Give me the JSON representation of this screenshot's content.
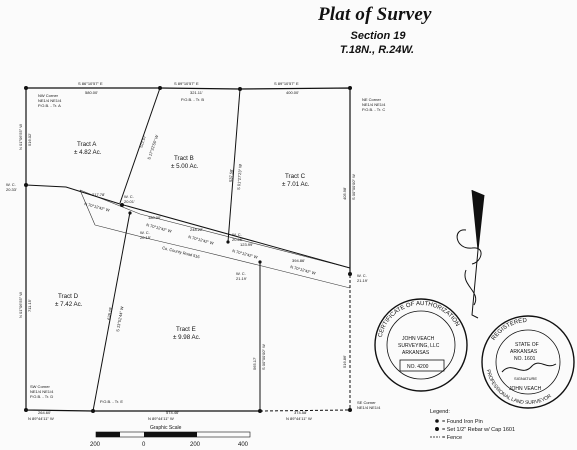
{
  "header": {
    "title": "Plat of Survey",
    "section": "Section 19",
    "township": "T.18N., R.24W."
  },
  "tracts": [
    {
      "name": "Tract A",
      "area": "± 4.82 Ac."
    },
    {
      "name": "Tract B",
      "area": "± 5.00 Ac."
    },
    {
      "name": "Tract C",
      "area": "± 7.01 Ac."
    },
    {
      "name": "Tract D",
      "area": "± 7.42 Ac."
    },
    {
      "name": "Tract E",
      "area": "± 9.98 Ac."
    }
  ],
  "corners": {
    "nw": [
      "NW Corner",
      "NE1/4 NE1/4",
      "P.O.B. - Tr. A"
    ],
    "ne": [
      "NE Corner",
      "NE1/4 NE1/4",
      "P.O.B. - Tr. C"
    ],
    "sw": [
      "SW Corner",
      "NE1/4 NE1/4",
      "P.O.B. - Tr. D"
    ],
    "se": [
      "SE Corner",
      "NE1/4 NE1/4"
    ],
    "pob_b": "P.O.B. - Tr. B",
    "pob_e": "P.O.B. - Tr. E"
  },
  "bearings": {
    "top_1": "S 86°10'57\" E",
    "top_1_dist": "580.00'",
    "top_2": "S 89°10'57\" E",
    "top_2_dist": "321.11'",
    "top_3": "S 89°10'57\" E",
    "top_3_dist": "400.00'",
    "bottom_1": "N 89°44'11\" W",
    "bottom_1_dist": "574.46'",
    "bottom_2": "N 89°44'11\" W",
    "bottom_2_dist": "374.58'",
    "bottom_left": "N 89°44'11\" W",
    "bottom_left_dist": "264.60'",
    "west_upper": "N 01°06'55\" W",
    "west_upper_dist": "516.02'",
    "west_lower": "N 01°06'55\" W",
    "west_lower_dist": "711.15'",
    "east": "S 00°00'00\" W",
    "east_dist": "405.98'",
    "east_lower_dist": "516.86'",
    "road_bearing": "N 70°12'42\" W",
    "road_1": "217.78'",
    "road_2": "180.00'",
    "road_3": "248.22'",
    "road_4": "123.99'",
    "road_5": "394.86'",
    "line_ab": "S 17°22'55\" W",
    "line_ab_dist": "522.57'",
    "line_bc": "S 01°27'23\" W",
    "line_bc_dist": "537.58'",
    "line_de": "S 13°52'44\" W",
    "line_de_dist": "628.19'",
    "line_e": "S 00°00'00\" W",
    "line_e_dist": "565.17'"
  },
  "wc": [
    {
      "label": "W. C.",
      "dist": "20.33'"
    },
    {
      "label": "W. C.",
      "dist": "20.01'"
    },
    {
      "label": "W. C.",
      "dist": "20.15'"
    },
    {
      "label": "W. C.",
      "dist": "20.66'"
    },
    {
      "label": "W. C.",
      "dist": "21.19'"
    },
    {
      "label": "W. C.",
      "dist": "21.19'"
    }
  ],
  "road": "Co. County Road 516",
  "scale": {
    "title": "Graphic Scale",
    "ticks": [
      "200",
      "0",
      "200",
      "400"
    ]
  },
  "legend": {
    "title": "Legend:",
    "items": [
      "= Found Iron Pin",
      "= Set 1/2\" Rebar w/ Cap 1601",
      "= Fence"
    ]
  },
  "seal_left": {
    "outer": "CERTIFICATE OF AUTHORIZATION",
    "inner_top": "JOHN VEACH",
    "inner_mid": "SURVEYING, LLC",
    "state": "ARKANSAS",
    "number": "NO. 4200"
  },
  "seal_right": {
    "outer_top": "REGISTERED",
    "outer_bottom": "PROFESSIONAL LAND SURVEYOR",
    "state": "STATE OF",
    "state_name": "ARKANSAS",
    "number": "NO. 1601",
    "signature": "SIGNATURE",
    "name": "JOHN VEACH"
  },
  "colors": {
    "ink": "#111111",
    "paper": "#fbfbfb"
  }
}
